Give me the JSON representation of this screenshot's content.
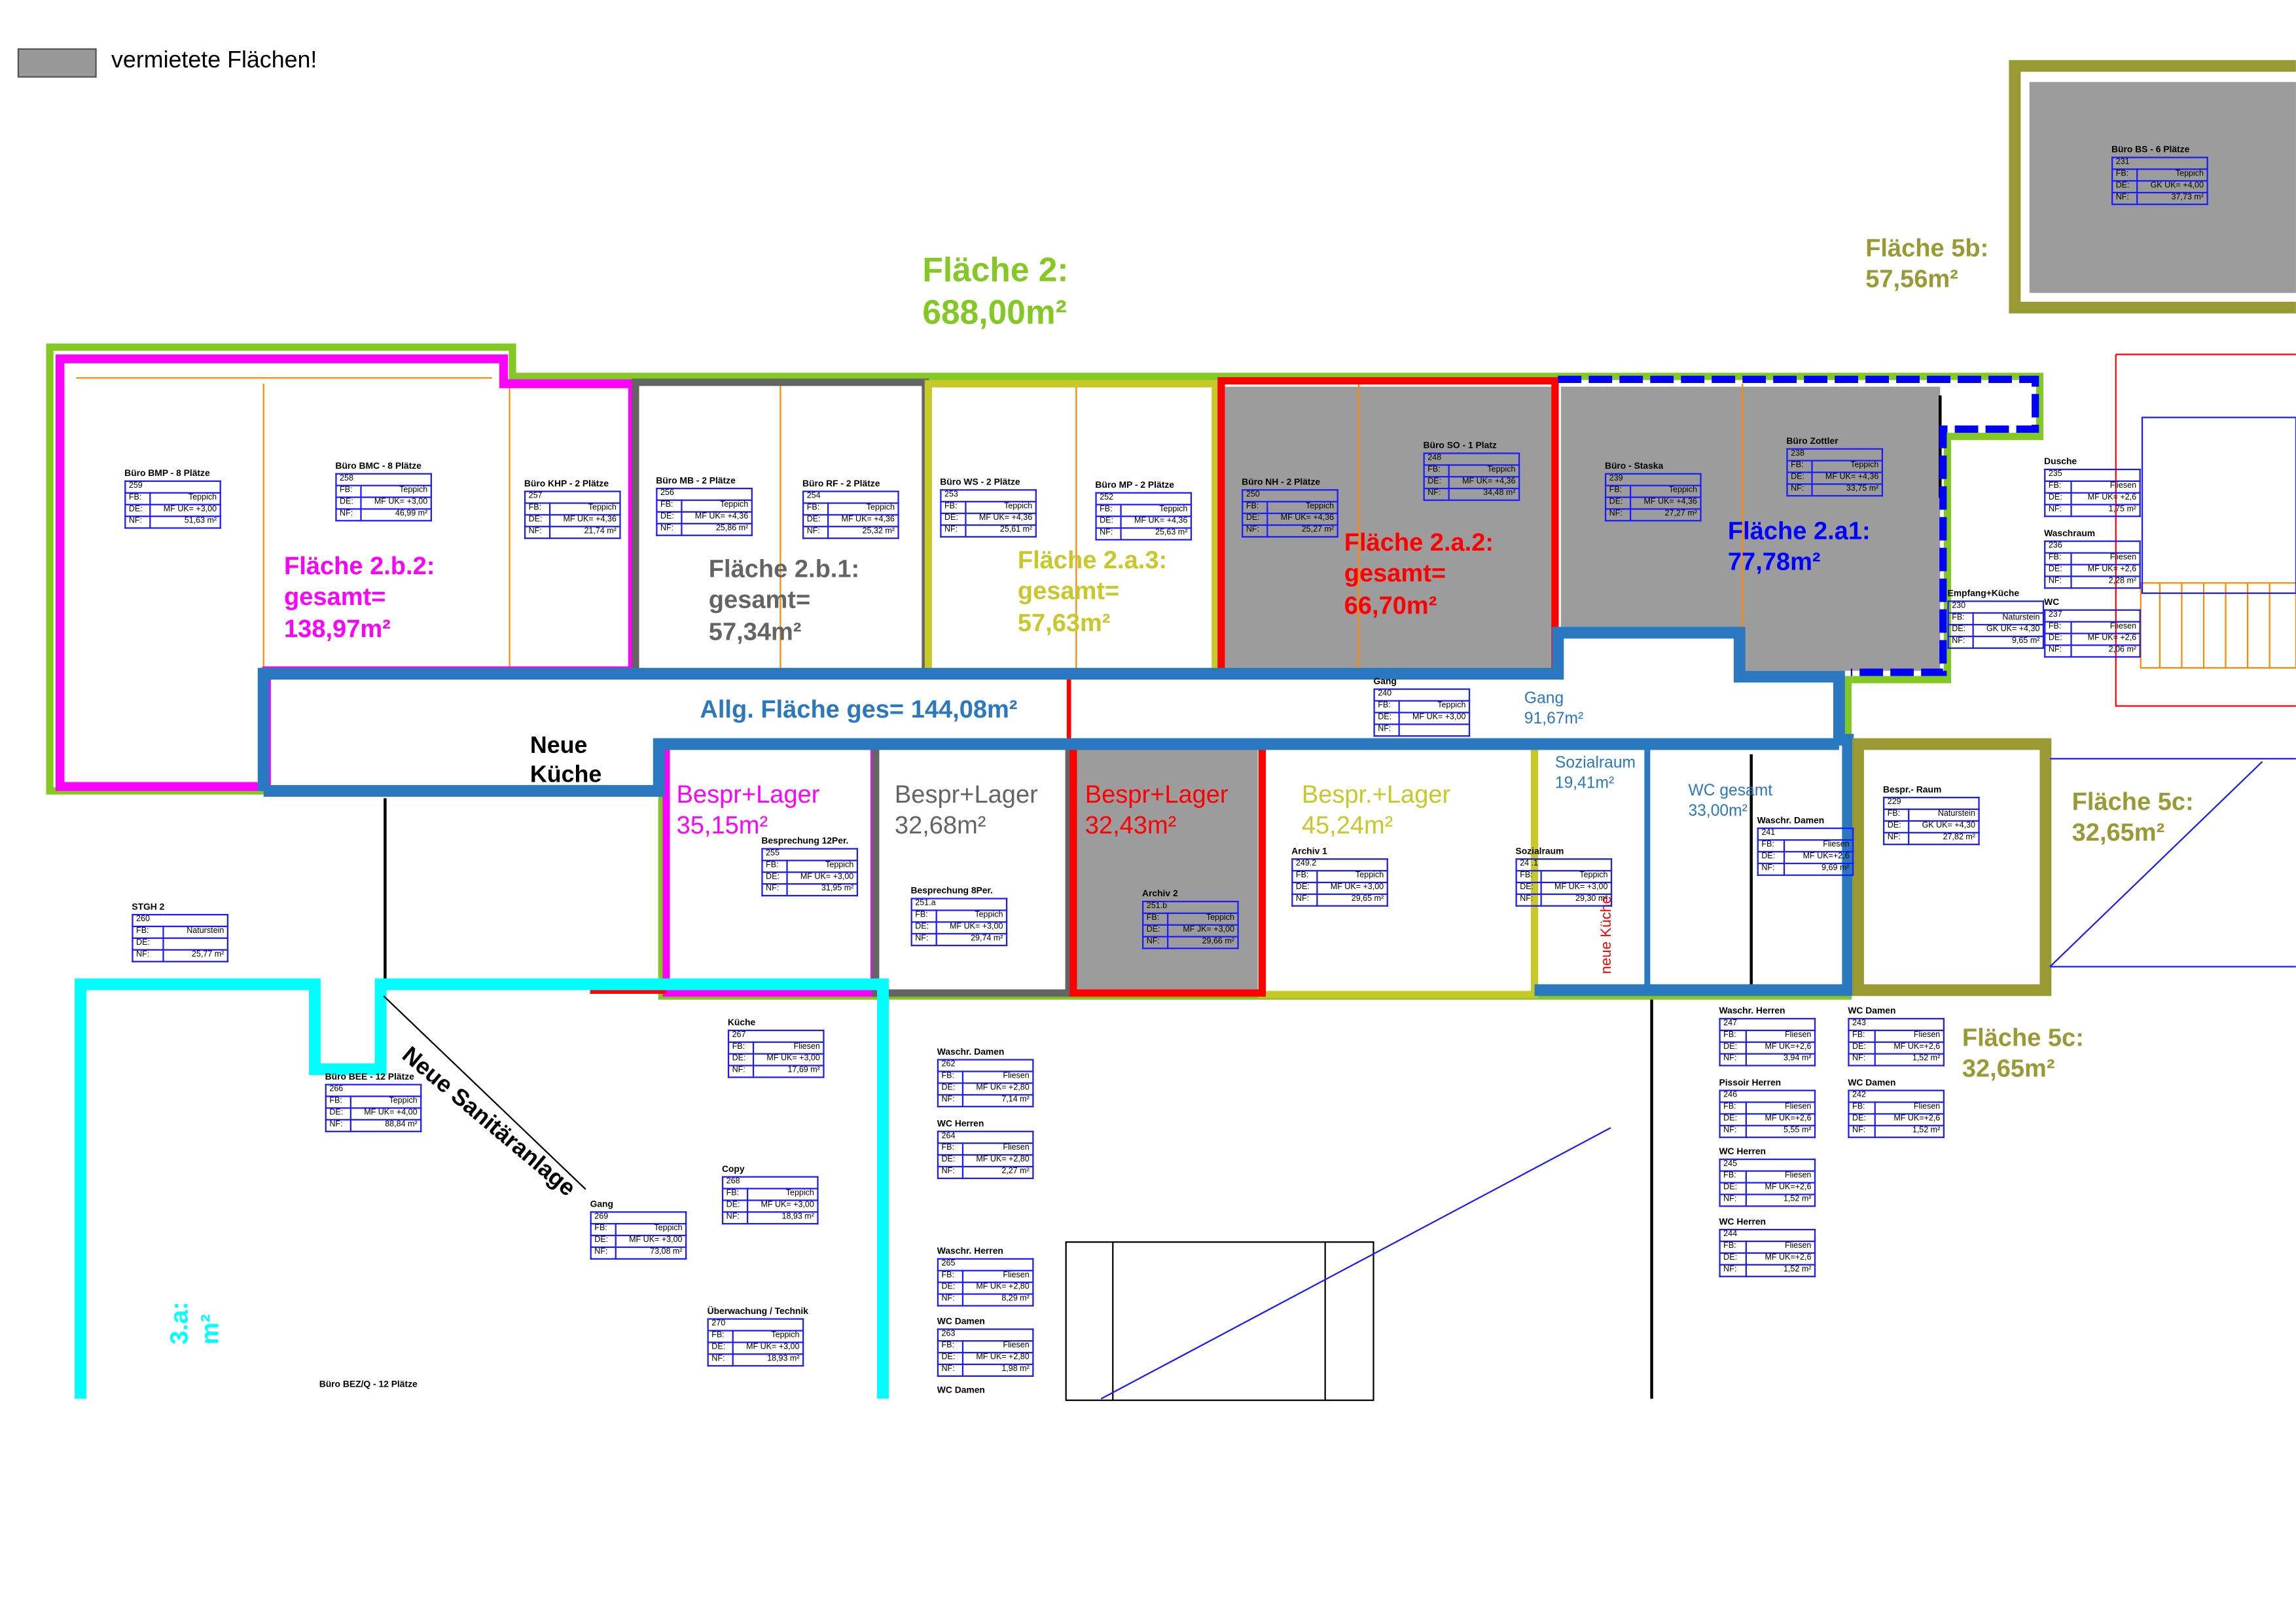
{
  "legend": {
    "label": "vermietete Flächen!",
    "color": "#999999"
  },
  "colors": {
    "flaeche2": "#84c824",
    "b2": "#ff00ff",
    "b1": "#646464",
    "a3": "#c8c82a",
    "a2": "#ff0000",
    "a1": "#0000ff",
    "allg": "#2a78c0",
    "f3a": "#00ffff",
    "f5": "#9a9a34",
    "rented": "#9c9c9c"
  },
  "areas": {
    "f2": {
      "title": "Fläche 2:",
      "value": "688,00m²"
    },
    "b2": {
      "title": "Fläche 2.b.2:",
      "sub": "gesamt=",
      "value": "138,97m²"
    },
    "b1": {
      "title": "Fläche 2.b.1:",
      "sub": "gesamt=",
      "value": "57,34m²"
    },
    "a3": {
      "title": "Fläche 2.a.3:",
      "sub": "gesamt=",
      "value": "57,63m²"
    },
    "a2": {
      "title": "Fläche 2.a.2:",
      "sub": "gesamt=",
      "value": "66,70m²"
    },
    "a1": {
      "title": "Fläche 2.a1:",
      "value": "77,78m²"
    },
    "allg": {
      "title": "Allg. Fläche ges= 144,08m²"
    },
    "gang": {
      "title": "Gang",
      "value": "91,67m²"
    },
    "sozial": {
      "title": "Sozialraum",
      "value": "19,41m²"
    },
    "wc": {
      "title": "WC gesamt",
      "value": "33,00m²"
    },
    "bl1": {
      "title": "Bespr+Lager",
      "value": "35,15m²"
    },
    "bl2": {
      "title": "Bespr+Lager",
      "value": "32,68m²"
    },
    "bl3": {
      "title": "Bespr+Lager",
      "value": "32,43m²"
    },
    "bl4": {
      "title": "Bespr.+Lager",
      "value": "45,24m²"
    },
    "f5b": {
      "title": "Fläche 5b:",
      "value": "57,56m²"
    },
    "f5c1": {
      "title": "Fläche 5c:",
      "value": "32,65m²"
    },
    "f5c2": {
      "title": "Fläche 5c:",
      "value": "32,65m²"
    },
    "f3a": {
      "title": "3.a:",
      "value": "m²"
    }
  },
  "notes": {
    "neue_kueche": "Neue Küche",
    "neue_sanitaer": "Neue Sanitäranlage",
    "neue_kueche_red": "neue Küche"
  },
  "rooms": [
    {
      "name": "Büro BMP - 8 Plätze",
      "nr": "259",
      "fb": "Teppich",
      "de": "MF UK= +3,00",
      "nf": "51,63 m²"
    },
    {
      "name": "Büro BMC - 8 Plätze",
      "nr": "258",
      "fb": "Teppich",
      "de": "MF UK= +3,00",
      "nf": "46,99 m²"
    },
    {
      "name": "Büro KHP - 2 Plätze",
      "nr": "257",
      "fb": "Teppich",
      "de": "MF UK= +4,36",
      "nf": "21,74 m²"
    },
    {
      "name": "Büro MB - 2 Plätze",
      "nr": "256",
      "fb": "Teppich",
      "de": "MF UK= +4,36",
      "nf": "25,86 m²"
    },
    {
      "name": "Büro RF - 2 Plätze",
      "nr": "254",
      "fb": "Teppich",
      "de": "MF UK= +4,36",
      "nf": "25,32 m²"
    },
    {
      "name": "Büro WS - 2 Plätze",
      "nr": "253",
      "fb": "Teppich",
      "de": "MF UK= +4,36",
      "nf": "25,61 m²"
    },
    {
      "name": "Büro MP - 2 Plätze",
      "nr": "252",
      "fb": "Teppich",
      "de": "MF UK= +4,36",
      "nf": "25,63 m²"
    },
    {
      "name": "Büro NH - 2 Plätze",
      "nr": "250",
      "fb": "Teppich",
      "de": "MF UK= +4,36",
      "nf": "25,27 m²"
    },
    {
      "name": "Büro SO - 1 Platz",
      "nr": "248",
      "fb": "Teppich",
      "de": "MF UK= +4,36",
      "nf": "34,48 m²"
    },
    {
      "name": "Büro - Staska",
      "nr": "239",
      "fb": "Teppich",
      "de": "MF UK= +4,36",
      "nf": "27,27 m²"
    },
    {
      "name": "Büro Zottler",
      "nr": "238",
      "fb": "Teppich",
      "de": "MF UK= +4,36",
      "nf": "33,75 m²"
    },
    {
      "name": "Dusche",
      "nr": "235",
      "fb": "Fliesen",
      "de": "MF UK= +2,6",
      "nf": "1,75 m²"
    },
    {
      "name": "Waschraum",
      "nr": "236",
      "fb": "Fliesen",
      "de": "MF UK= +2,6",
      "nf": "2,28 m²"
    },
    {
      "name": "WC",
      "nr": "237",
      "fb": "Fliesen",
      "de": "MF UK= +2,6",
      "nf": "2,06 m²"
    },
    {
      "name": "Empfang+Küche",
      "nr": "230",
      "fb": "Naturstein",
      "de": "GK UK= +4,30",
      "nf": "9,65 m²"
    },
    {
      "name": "Büro BS - 6 Plätze",
      "nr": "231",
      "fb": "Teppich",
      "de": "GK UK= +4,00",
      "nf": "37,73 m²"
    },
    {
      "name": "Gang",
      "nr": "240",
      "fb": "Teppich",
      "de": "MF UK= +3,00",
      "nf": ""
    },
    {
      "name": "Besprechung 12Per.",
      "nr": "255",
      "fb": "Teppich",
      "de": "MF UK= +3,00",
      "nf": "31,95 m²"
    },
    {
      "name": "Besprechung 8Per.",
      "nr": "251.a",
      "fb": "Teppich",
      "de": "MF UK= +3,00",
      "nf": "29,74 m²"
    },
    {
      "name": "Archiv 2",
      "nr": "251.b",
      "fb": "Teppich",
      "de": "MF JK= +3,00",
      "nf": "29,66 m²"
    },
    {
      "name": "Archiv 1",
      "nr": "249.2",
      "fb": "Teppich",
      "de": "MF UK= +3,00",
      "nf": "29,65 m²"
    },
    {
      "name": "Sozialraum",
      "nr": "24 .1",
      "fb": "Teppich",
      "de": "MF UK= +3,00",
      "nf": "29,30 m²"
    },
    {
      "name": "Waschr. Damen",
      "nr": "241",
      "fb": "Fliesen",
      "de": "MF UK=+2,6",
      "nf": "9,69 m²"
    },
    {
      "name": "Bespr.- Raum",
      "nr": "229",
      "fb": "Naturstein",
      "de": "GK UK= +4,30",
      "nf": "27,82 m²"
    },
    {
      "name": "STGH 2",
      "nr": "260",
      "fb": "Naturstein",
      "de": "",
      "nf": "25,77 m²"
    },
    {
      "name": "Büro BEE - 12 Plätze",
      "nr": "266",
      "fb": "Teppich",
      "de": "MF UK= +4,00",
      "nf": "88,84 m²"
    },
    {
      "name": "Küche",
      "nr": "267",
      "fb": "Fliesen",
      "de": "MF UK= +3,00",
      "nf": "17,69 m²"
    },
    {
      "name": "Copy",
      "nr": "268",
      "fb": "Teppich",
      "de": "MF UK= +3,00",
      "nf": "18,93 m²"
    },
    {
      "name": "Gang",
      "nr": "269",
      "fb": "Teppich",
      "de": "MF UK= +3,00",
      "nf": "73,08 m²"
    },
    {
      "name": "Überwachung / Technik",
      "nr": "270",
      "fb": "Teppich",
      "de": "MF UK= +3,00",
      "nf": "18,93 m²"
    },
    {
      "name": "Waschr. Damen",
      "nr": "262",
      "fb": "Fliesen",
      "de": "MF UK= +2,80",
      "nf": "7,14 m²"
    },
    {
      "name": "WC Herren",
      "nr": "264",
      "fb": "Fliesen",
      "de": "MF UK= +2,80",
      "nf": "2,27 m²"
    },
    {
      "name": "Waschr. Herren",
      "nr": "265",
      "fb": "Fliesen",
      "de": "MF UK= +2,80",
      "nf": "8,29 m²"
    },
    {
      "name": "WC Damen",
      "nr": "263",
      "fb": "Fliesen",
      "de": "MF UK= +2,80",
      "nf": "1,98 m²"
    },
    {
      "name": "Waschr. Herren",
      "nr": "247",
      "fb": "Fliesen",
      "de": "MF UK=+2,6",
      "nf": "3,94 m²"
    },
    {
      "name": "Pissoir Herren",
      "nr": "246",
      "fb": "Fliesen",
      "de": "MF UK=+2,6",
      "nf": "5,55 m²"
    },
    {
      "name": "WC Herren",
      "nr": "245",
      "fb": "Fliesen",
      "de": "MF UK=+2,6",
      "nf": "1,52 m²"
    },
    {
      "name": "WC Herren",
      "nr": "244",
      "fb": "Fliesen",
      "de": "MF UK=+2,6",
      "nf": "1,52 m²"
    },
    {
      "name": "WC Damen",
      "nr": "243",
      "fb": "Fliesen",
      "de": "MF UK=+2,6",
      "nf": "1,52 m²"
    },
    {
      "name": "WC Damen",
      "nr": "242",
      "fb": "Fliesen",
      "de": "MF UK=+2,6",
      "nf": "1,52 m²"
    }
  ],
  "room_titles_only": [
    "WC Damen",
    "Büro BEZ/Q - 12 Plätze"
  ],
  "field_labels": {
    "fb": "FB:",
    "de": "DE:",
    "nf": "NF:"
  }
}
